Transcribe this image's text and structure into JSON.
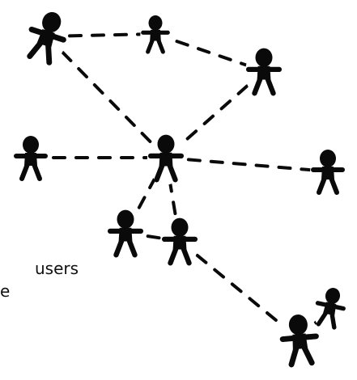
{
  "caption": {
    "line1": "users",
    "line2": "e"
  },
  "colors": {
    "figure": "#0a0a0a",
    "edge": "#0a0a0a",
    "background": "#ffffff"
  },
  "diagram": {
    "nodes": [
      "person-1",
      "person-2",
      "person-3",
      "person-4",
      "person-5",
      "person-6",
      "person-7",
      "person-8",
      "person-9",
      "person-10"
    ],
    "edges": [
      [
        "person-1",
        "person-2"
      ],
      [
        "person-2",
        "person-3"
      ],
      [
        "person-1",
        "person-5"
      ],
      [
        "person-3",
        "person-5"
      ],
      [
        "person-4",
        "person-5"
      ],
      [
        "person-5",
        "person-6"
      ],
      [
        "person-5",
        "person-7"
      ],
      [
        "person-5",
        "person-8"
      ],
      [
        "person-7",
        "person-8"
      ],
      [
        "person-8",
        "person-9"
      ],
      [
        "person-9",
        "person-10"
      ]
    ]
  }
}
